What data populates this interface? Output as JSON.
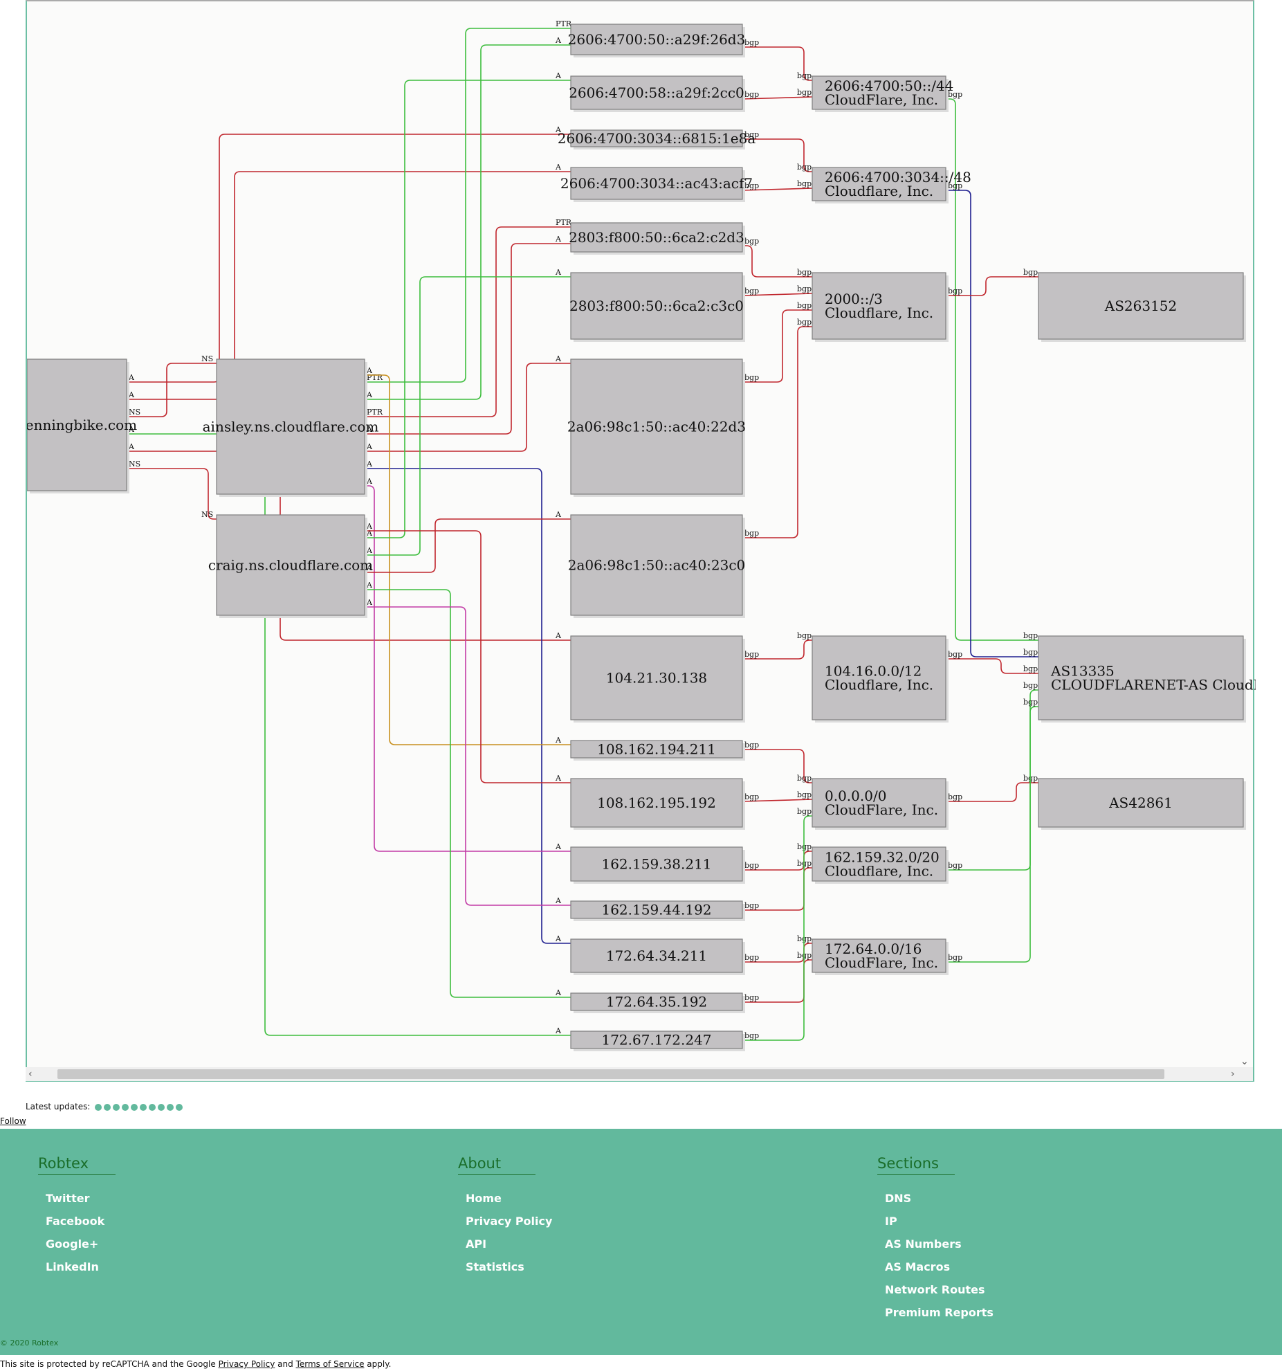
{
  "colors": {
    "red": "#c0262d",
    "green": "#3dbd3d",
    "navy": "#1f1f8f",
    "magenta": "#c23ba6",
    "orange": "#c8901f",
    "footer_bg": "#62b99d",
    "footer_heading": "#1a6e2a"
  },
  "graph": {
    "nodes": [
      {
        "id": "henningbike",
        "label": "henningbike.com"
      },
      {
        "id": "ainsley",
        "label": "ainsley.ns.cloudflare.com"
      },
      {
        "id": "craig",
        "label": "craig.ns.cloudflare.com"
      },
      {
        "id": "ip1",
        "label": "2606:4700:50::a29f:26d3"
      },
      {
        "id": "ip2",
        "label": "2606:4700:58::a29f:2cc0"
      },
      {
        "id": "ip3",
        "label": "2606:4700:3034::6815:1e8a"
      },
      {
        "id": "ip4",
        "label": "2606:4700:3034::ac43:acf7"
      },
      {
        "id": "ip5",
        "label": "2803:f800:50::6ca2:c2d3"
      },
      {
        "id": "ip6",
        "label": "2803:f800:50::6ca2:c3c0"
      },
      {
        "id": "ip7",
        "label": "2a06:98c1:50::ac40:22d3"
      },
      {
        "id": "ip8",
        "label": "2a06:98c1:50::ac40:23c0"
      },
      {
        "id": "ip9",
        "label": "104.21.30.138"
      },
      {
        "id": "ip10",
        "label": "108.162.194.211"
      },
      {
        "id": "ip11",
        "label": "108.162.195.192"
      },
      {
        "id": "ip12",
        "label": "162.159.38.211"
      },
      {
        "id": "ip13",
        "label": "162.159.44.192"
      },
      {
        "id": "ip14",
        "label": "172.64.34.211"
      },
      {
        "id": "ip15",
        "label": "172.64.35.192"
      },
      {
        "id": "ip16",
        "label": "172.67.172.247"
      },
      {
        "id": "pre1",
        "label": [
          "2606:4700:50::/44",
          "CloudFlare, Inc."
        ]
      },
      {
        "id": "pre2",
        "label": [
          "2606:4700:3034::/48",
          "Cloudflare, Inc."
        ]
      },
      {
        "id": "pre3",
        "label": [
          "2000::/3",
          "Cloudflare, Inc."
        ]
      },
      {
        "id": "pre4",
        "label": [
          "104.16.0.0/12",
          "Cloudflare, Inc."
        ]
      },
      {
        "id": "pre5",
        "label": [
          "0.0.0.0/0",
          "CloudFlare, Inc."
        ]
      },
      {
        "id": "pre6",
        "label": [
          "162.159.32.0/20",
          "Cloudflare, Inc."
        ]
      },
      {
        "id": "pre7",
        "label": [
          "172.64.0.0/16",
          "CloudFlare, Inc."
        ]
      },
      {
        "id": "as1",
        "label": "AS263152"
      },
      {
        "id": "as2",
        "label": [
          "AS13335",
          "CLOUDFLARENET-AS CloudFlare"
        ]
      },
      {
        "id": "as3",
        "label": "AS42861"
      }
    ],
    "edges": [
      {
        "from": "henningbike",
        "to": "ip3",
        "label": "A",
        "color": "red"
      },
      {
        "from": "henningbike",
        "to": "ip4",
        "label": "A",
        "color": "red"
      },
      {
        "from": "henningbike",
        "to": "ainsley",
        "label": "NS",
        "color": "red"
      },
      {
        "from": "henningbike",
        "to": "ip16",
        "label": "A",
        "color": "green"
      },
      {
        "from": "henningbike",
        "to": "ip9",
        "label": "A",
        "color": "red"
      },
      {
        "from": "henningbike",
        "to": "craig",
        "label": "NS",
        "color": "red"
      },
      {
        "from": "ainsley",
        "to": "ip1",
        "label": "PTR",
        "color": "green"
      },
      {
        "from": "ainsley",
        "to": "ip1",
        "label": "A",
        "color": "green"
      },
      {
        "from": "ainsley",
        "to": "ip5",
        "label": "PTR",
        "color": "red"
      },
      {
        "from": "ainsley",
        "to": "ip5",
        "label": "A",
        "color": "red"
      },
      {
        "from": "ainsley",
        "to": "ip7",
        "label": "A",
        "color": "red"
      },
      {
        "from": "ainsley",
        "to": "ip14",
        "label": "A",
        "color": "navy"
      },
      {
        "from": "ainsley",
        "to": "ip12",
        "label": "A",
        "color": "magenta"
      },
      {
        "from": "ainsley",
        "to": "ip10",
        "label": "A",
        "color": "orange"
      },
      {
        "from": "craig",
        "to": "ip2",
        "label": "A",
        "color": "green"
      },
      {
        "from": "craig",
        "to": "ip6",
        "label": "A",
        "color": "green"
      },
      {
        "from": "craig",
        "to": "ip8",
        "label": "A",
        "color": "red"
      },
      {
        "from": "craig",
        "to": "ip15",
        "label": "A",
        "color": "green"
      },
      {
        "from": "craig",
        "to": "ip13",
        "label": "A",
        "color": "magenta"
      },
      {
        "from": "craig",
        "to": "ip11",
        "label": "A",
        "color": "red"
      },
      {
        "from": "ip1",
        "to": "pre1",
        "label": "bgp",
        "color": "red"
      },
      {
        "from": "ip2",
        "to": "pre1",
        "label": "bgp",
        "color": "red"
      },
      {
        "from": "ip3",
        "to": "pre2",
        "label": "bgp",
        "color": "red"
      },
      {
        "from": "ip4",
        "to": "pre2",
        "label": "bgp",
        "color": "red"
      },
      {
        "from": "ip5",
        "to": "pre3",
        "label": "bgp",
        "color": "red"
      },
      {
        "from": "ip6",
        "to": "pre3",
        "label": "bgp",
        "color": "red"
      },
      {
        "from": "ip7",
        "to": "pre3",
        "label": "bgp",
        "color": "red"
      },
      {
        "from": "ip8",
        "to": "pre3",
        "label": "bgp",
        "color": "red"
      },
      {
        "from": "ip9",
        "to": "pre4",
        "label": "bgp",
        "color": "red"
      },
      {
        "from": "ip10",
        "to": "pre5",
        "label": "bgp",
        "color": "red"
      },
      {
        "from": "ip11",
        "to": "pre5",
        "label": "bgp",
        "color": "red"
      },
      {
        "from": "ip12",
        "to": "pre6",
        "label": "bgp",
        "color": "red"
      },
      {
        "from": "ip13",
        "to": "pre6",
        "label": "bgp",
        "color": "red"
      },
      {
        "from": "ip14",
        "to": "pre7",
        "label": "bgp",
        "color": "red"
      },
      {
        "from": "ip15",
        "to": "pre7",
        "label": "bgp",
        "color": "red"
      },
      {
        "from": "ip16",
        "to": "pre5",
        "label": "bgp",
        "color": "green"
      },
      {
        "from": "pre1",
        "to": "as2",
        "label": "bgp",
        "color": "green"
      },
      {
        "from": "pre2",
        "to": "as2",
        "label": "bgp",
        "color": "navy"
      },
      {
        "from": "pre3",
        "to": "as1",
        "label": "bgp",
        "color": "red"
      },
      {
        "from": "pre4",
        "to": "as2",
        "label": "bgp",
        "color": "red"
      },
      {
        "from": "pre5",
        "to": "as3",
        "label": "bgp",
        "color": "red"
      },
      {
        "from": "pre6",
        "to": "as2",
        "label": "bgp",
        "color": "green"
      },
      {
        "from": "pre7",
        "to": "as2",
        "label": "bgp",
        "color": "green"
      }
    ]
  },
  "scroll": {
    "left_arrow": "‹",
    "right_arrow": "›",
    "down_arrow": "⌄"
  },
  "updates": {
    "label": "Latest updates:",
    "dot_count": 10
  },
  "follow": "Follow",
  "footer": {
    "columns": [
      {
        "heading": "Robtex",
        "links": [
          "Twitter",
          "Facebook",
          "Google+",
          "LinkedIn"
        ]
      },
      {
        "heading": "About",
        "links": [
          "Home",
          "Privacy Policy",
          "API",
          "Statistics"
        ]
      },
      {
        "heading": "Sections",
        "links": [
          "DNS",
          "IP",
          "AS Numbers",
          "AS Macros",
          "Network Routes",
          "Premium Reports"
        ]
      }
    ],
    "copyright": "© 2020 Robtex"
  },
  "recaptcha": {
    "prefix": "This site is protected by reCAPTCHA and the Google ",
    "privacy": "Privacy Policy",
    "middle": " and ",
    "terms": "Terms of Service",
    "suffix": " apply."
  }
}
